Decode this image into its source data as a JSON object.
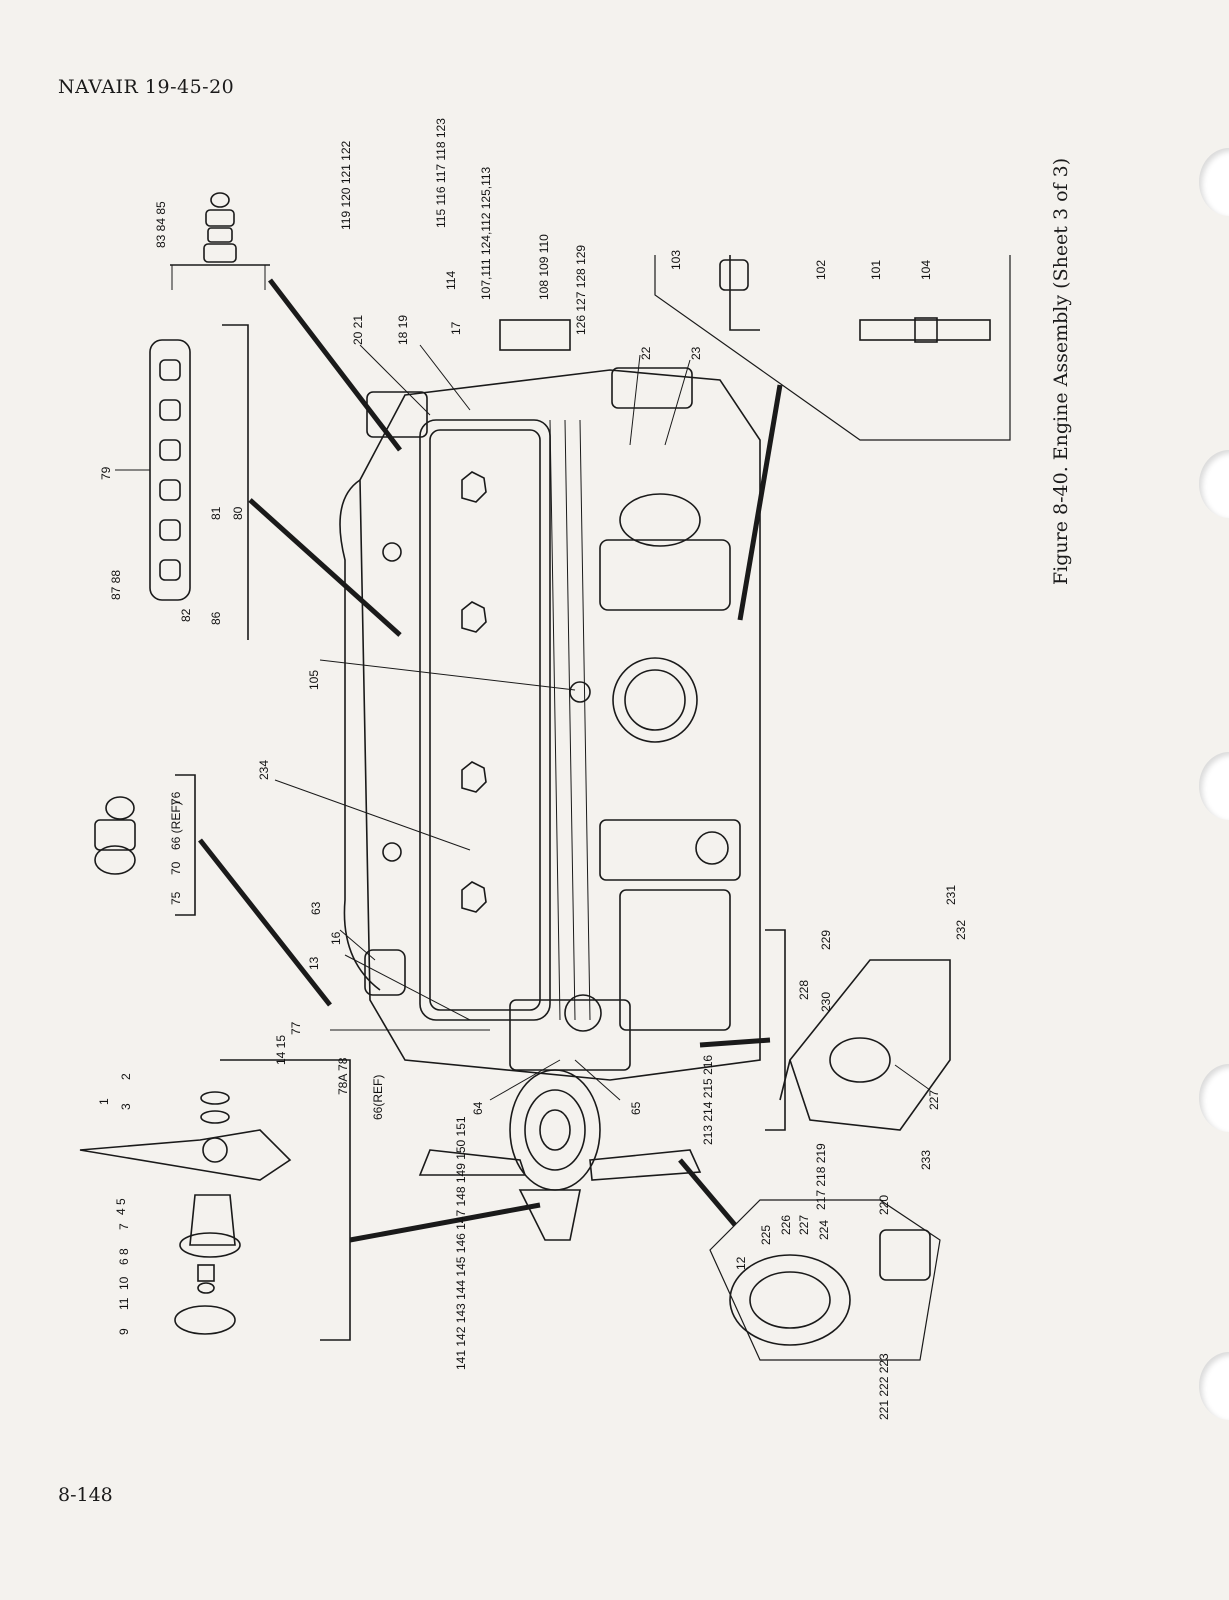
{
  "header": {
    "doc_number": "NAVAIR 19-45-20"
  },
  "footer": {
    "page_number": "8-148"
  },
  "caption": "Figure 8-40. Engine Assembly (Sheet 3 of 3)",
  "callouts": [
    {
      "id": "c-83-84-85",
      "text": "83 84 85"
    },
    {
      "id": "c-79",
      "text": "79"
    },
    {
      "id": "c-81",
      "text": "81"
    },
    {
      "id": "c-80",
      "text": "80"
    },
    {
      "id": "c-87-88",
      "text": "87 88"
    },
    {
      "id": "c-82",
      "text": "82"
    },
    {
      "id": "c-86",
      "text": "86"
    },
    {
      "id": "c-119-122",
      "text": "119 120 121 122"
    },
    {
      "id": "c-115-123",
      "text": "115 116 117 118 123"
    },
    {
      "id": "c-107",
      "text": "107,111 124,112 125,113"
    },
    {
      "id": "c-114",
      "text": "114"
    },
    {
      "id": "c-108-110",
      "text": "108 109 110"
    },
    {
      "id": "c-126-129",
      "text": "126 127 128 129"
    },
    {
      "id": "c-20-21",
      "text": "20 21"
    },
    {
      "id": "c-18-19",
      "text": "18 19"
    },
    {
      "id": "c-17",
      "text": "17"
    },
    {
      "id": "c-22",
      "text": "22"
    },
    {
      "id": "c-23",
      "text": "23"
    },
    {
      "id": "c-103",
      "text": "103"
    },
    {
      "id": "c-102",
      "text": "102"
    },
    {
      "id": "c-101",
      "text": "101"
    },
    {
      "id": "c-104",
      "text": "104"
    },
    {
      "id": "c-105",
      "text": "105"
    },
    {
      "id": "c-234",
      "text": "234"
    },
    {
      "id": "c-76",
      "text": "76"
    },
    {
      "id": "c-66-ref",
      "text": "66 (REF)"
    },
    {
      "id": "c-70",
      "text": "70"
    },
    {
      "id": "c-75",
      "text": "75"
    },
    {
      "id": "c-63",
      "text": "63"
    },
    {
      "id": "c-16",
      "text": "16"
    },
    {
      "id": "c-13",
      "text": "13"
    },
    {
      "id": "c-77",
      "text": "77"
    },
    {
      "id": "c-14-15",
      "text": "14 15"
    },
    {
      "id": "c-78a-78",
      "text": "78A 78"
    },
    {
      "id": "c-66-ref-b",
      "text": "66(REF)"
    },
    {
      "id": "c-64",
      "text": "64"
    },
    {
      "id": "c-65",
      "text": "65"
    },
    {
      "id": "c-2",
      "text": "2"
    },
    {
      "id": "c-3",
      "text": "3"
    },
    {
      "id": "c-1",
      "text": "1"
    },
    {
      "id": "c-4-5",
      "text": "4 5"
    },
    {
      "id": "c-7",
      "text": "7"
    },
    {
      "id": "c-8",
      "text": "8"
    },
    {
      "id": "c-6",
      "text": "6"
    },
    {
      "id": "c-10",
      "text": "10"
    },
    {
      "id": "c-11",
      "text": "11"
    },
    {
      "id": "c-9",
      "text": "9"
    },
    {
      "id": "c-141-151",
      "text": "141 142 143 144 145 146 147 148 149 150 151"
    },
    {
      "id": "c-213-216",
      "text": "213 214 215 216"
    },
    {
      "id": "c-229",
      "text": "229"
    },
    {
      "id": "c-228",
      "text": "228"
    },
    {
      "id": "c-230",
      "text": "230"
    },
    {
      "id": "c-231",
      "text": "231"
    },
    {
      "id": "c-232",
      "text": "232"
    },
    {
      "id": "c-227-a",
      "text": "227"
    },
    {
      "id": "c-233",
      "text": "233"
    },
    {
      "id": "c-217-219",
      "text": "217 218 219"
    },
    {
      "id": "c-220",
      "text": "220"
    },
    {
      "id": "c-12",
      "text": "12"
    },
    {
      "id": "c-225",
      "text": "225"
    },
    {
      "id": "c-226",
      "text": "226"
    },
    {
      "id": "c-227-b",
      "text": "227"
    },
    {
      "id": "c-224",
      "text": "224"
    },
    {
      "id": "c-221-223",
      "text": "221 222 223"
    }
  ]
}
